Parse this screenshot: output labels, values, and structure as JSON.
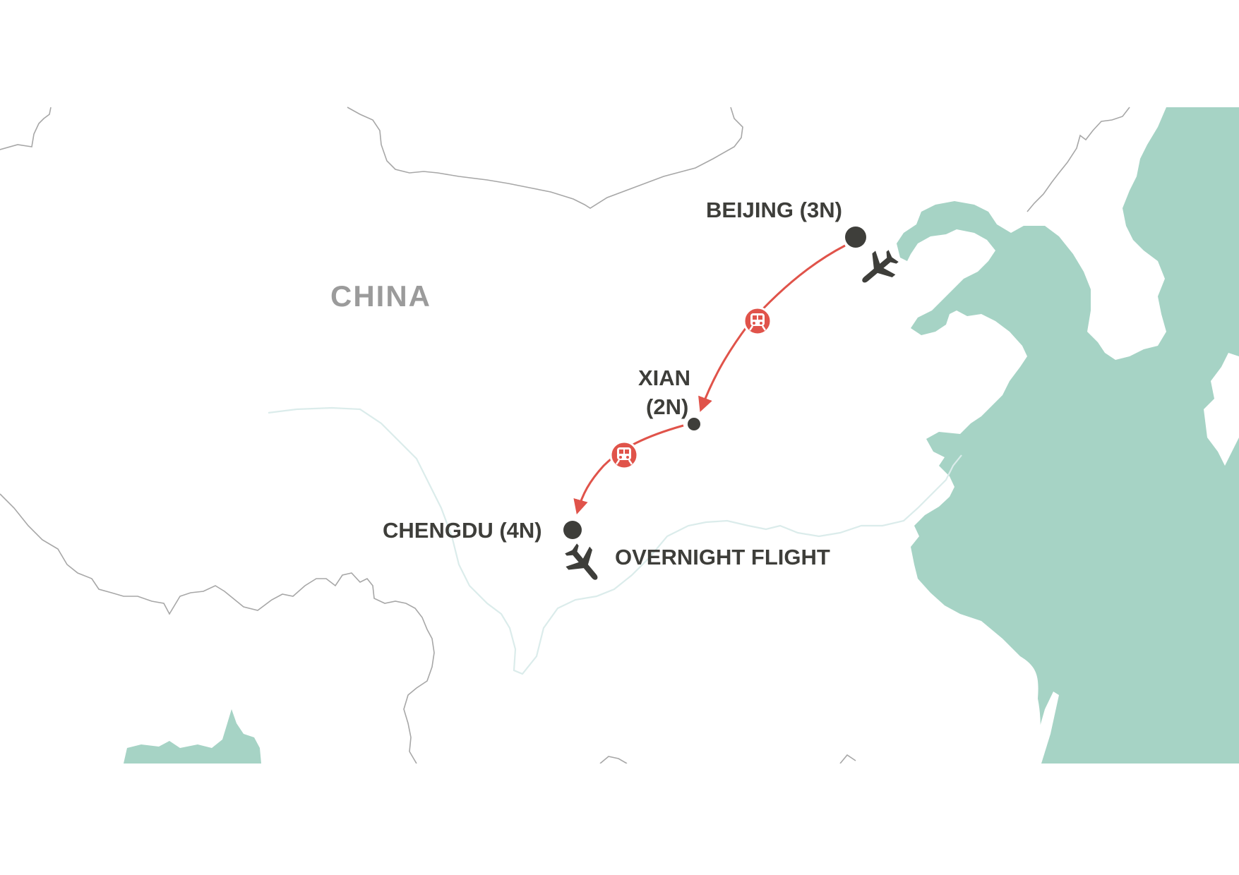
{
  "map": {
    "country_label": "CHINA",
    "cities": [
      {
        "name": "BEIJING (3N)",
        "lines": [
          "BEIJING (3N)"
        ],
        "marker": "large-dot"
      },
      {
        "name": "XIAN (2N)",
        "lines": [
          "XIAN",
          "(2N)"
        ],
        "marker": "small-dot"
      },
      {
        "name": "CHENGDU (4N)",
        "lines": [
          "CHENGDU (4N)"
        ],
        "marker": "large-dot"
      }
    ],
    "annotations": {
      "overnight_flight": "OVERNIGHT FLIGHT"
    },
    "legs": [
      {
        "from": "BEIJING (3N)",
        "to": "XIAN (2N)",
        "mode": "train"
      },
      {
        "from": "XIAN (2N)",
        "to": "CHENGDU (4N)",
        "mode": "train"
      }
    ],
    "flights": [
      {
        "near": "BEIJING (3N)",
        "icon": "airplane-icon"
      },
      {
        "near": "CHENGDU (4N)",
        "icon": "airplane-icon"
      }
    ],
    "colors": {
      "water": "#a6d3c5",
      "land": "#ffffff",
      "border": "#a7a7a7",
      "river": "#dbeceb",
      "route": "#e0534a",
      "city_marker": "#3e3e3a",
      "label_text": "#3e3e3a",
      "country_text": "#9b9b9b"
    }
  }
}
